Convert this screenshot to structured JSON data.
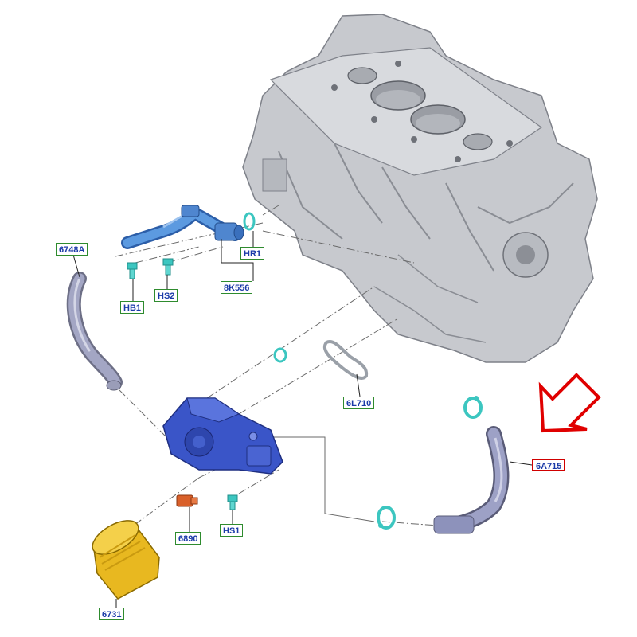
{
  "parts": [
    {
      "id": "part-6748a",
      "label": "6748A",
      "name": "oil-cooler-feed-pipe"
    },
    {
      "id": "part-hb1",
      "label": "HB1",
      "name": "bolt-hb1"
    },
    {
      "id": "part-hs2",
      "label": "HS2",
      "name": "bolt-hs2"
    },
    {
      "id": "part-hr1",
      "label": "HR1",
      "name": "o-ring-hr1"
    },
    {
      "id": "part-8k556",
      "label": "8K556",
      "name": "coolant-pipe-8k556"
    },
    {
      "id": "part-6l710",
      "label": "6L710",
      "name": "oil-cooler-gasket"
    },
    {
      "id": "part-6a715",
      "label": "6A715",
      "name": "crankcase-vent-hose",
      "highlighted": true
    },
    {
      "id": "part-6890",
      "label": "6890",
      "name": "oil-pressure-sender"
    },
    {
      "id": "part-hs1",
      "label": "HS1",
      "name": "bolt-hs1"
    },
    {
      "id": "part-6731",
      "label": "6731",
      "name": "oil-filter"
    }
  ],
  "colors": {
    "callout_border": "#2e8b2e",
    "callout_text": "#1a3aa8",
    "highlight_border": "#d00000",
    "arrow": "#e00000",
    "engine_block": "#c9cbd0",
    "pipe_blue": "#4f8fd6",
    "oil_cooler_housing": "#3a55c8",
    "hose_purple": "#8a8fc0",
    "oil_filter": "#e8b820",
    "sender": "#d9602a",
    "small_parts_teal": "#3cc6c0"
  }
}
